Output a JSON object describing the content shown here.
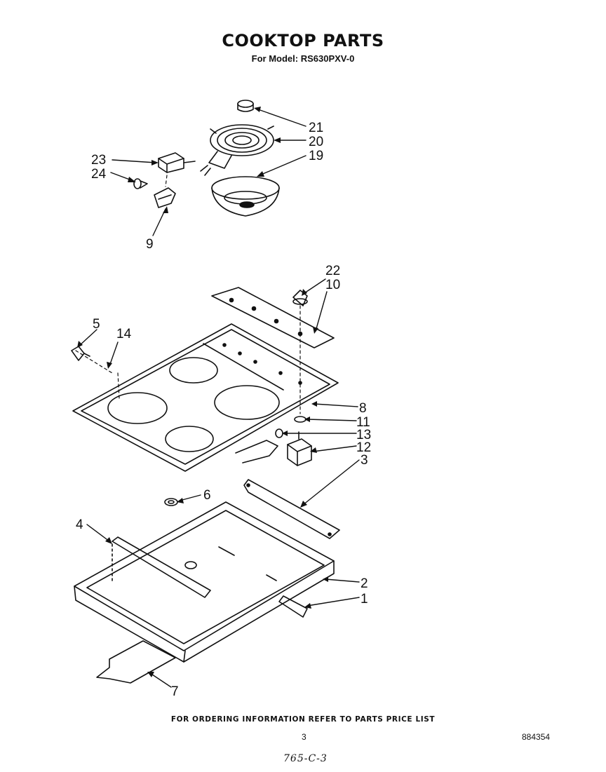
{
  "header": {
    "title": "COOKTOP PARTS",
    "model_line": "For Model: RS630PXV-0"
  },
  "callouts": {
    "c1": "1",
    "c2": "2",
    "c3": "3",
    "c4": "4",
    "c5": "5",
    "c6": "6",
    "c7": "7",
    "c8": "8",
    "c9": "9",
    "c10": "10",
    "c11": "11",
    "c12": "12",
    "c13": "13",
    "c14": "14",
    "c19": "19",
    "c20": "20",
    "c21": "21",
    "c22": "22",
    "c23": "23",
    "c24": "24"
  },
  "footer": {
    "ordering_note": "FOR ORDERING INFORMATION REFER TO PARTS PRICE LIST",
    "page_number": "3",
    "document_number": "884354",
    "handwritten_note": "765-C-3"
  }
}
